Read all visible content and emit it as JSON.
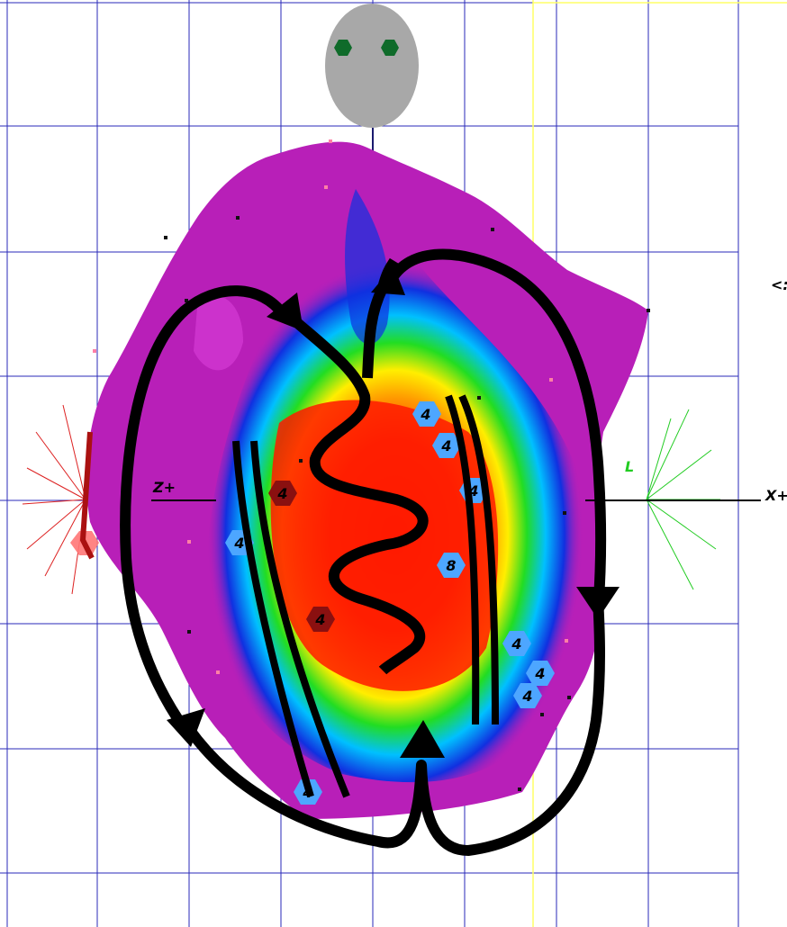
{
  "labels": {
    "z_plus": "Z+",
    "x_plus": "X+",
    "left_marker": "L",
    "edge_cut_text": "<:"
  },
  "electrode_points": [
    "4",
    "4",
    "4",
    "4",
    "4",
    "8",
    "4",
    "4",
    "4",
    "4",
    "4"
  ],
  "colors": {
    "background": "#ffffff",
    "grid": "#2a2ab8",
    "surface_low": "#b81fb8",
    "activation_early": "#ff1a00",
    "arrows": "#000000",
    "head": "#a8a8a8",
    "eyes": "#0f6b2a",
    "left_star": "#22cc22",
    "right_star": "#dd2222",
    "marker_light": "#4da6ff",
    "marker_dark": "#8a1010"
  }
}
